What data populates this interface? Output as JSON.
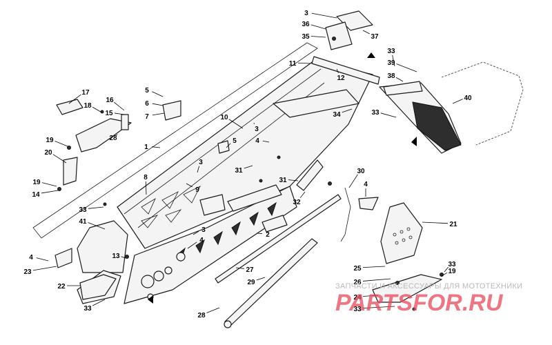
{
  "diagram": {
    "callouts": [
      "1",
      "2",
      "3",
      "4",
      "5",
      "6",
      "7",
      "8",
      "9",
      "10",
      "11",
      "12",
      "13",
      "14",
      "15",
      "16",
      "17",
      "18",
      "19",
      "20",
      "21",
      "22",
      "23",
      "24",
      "25",
      "26",
      "27",
      "28",
      "29",
      "30",
      "31",
      "32",
      "33",
      "34",
      "35",
      "36",
      "37",
      "38",
      "39",
      "40",
      "41"
    ]
  },
  "watermark": {
    "tagline": "ЗАПЧАСТИ И АКСЕССУАРЫ ДЛЯ МОТОТЕХНИКИ",
    "logo_text": "PARTSFOR.RU",
    "color": "#e8485a"
  }
}
